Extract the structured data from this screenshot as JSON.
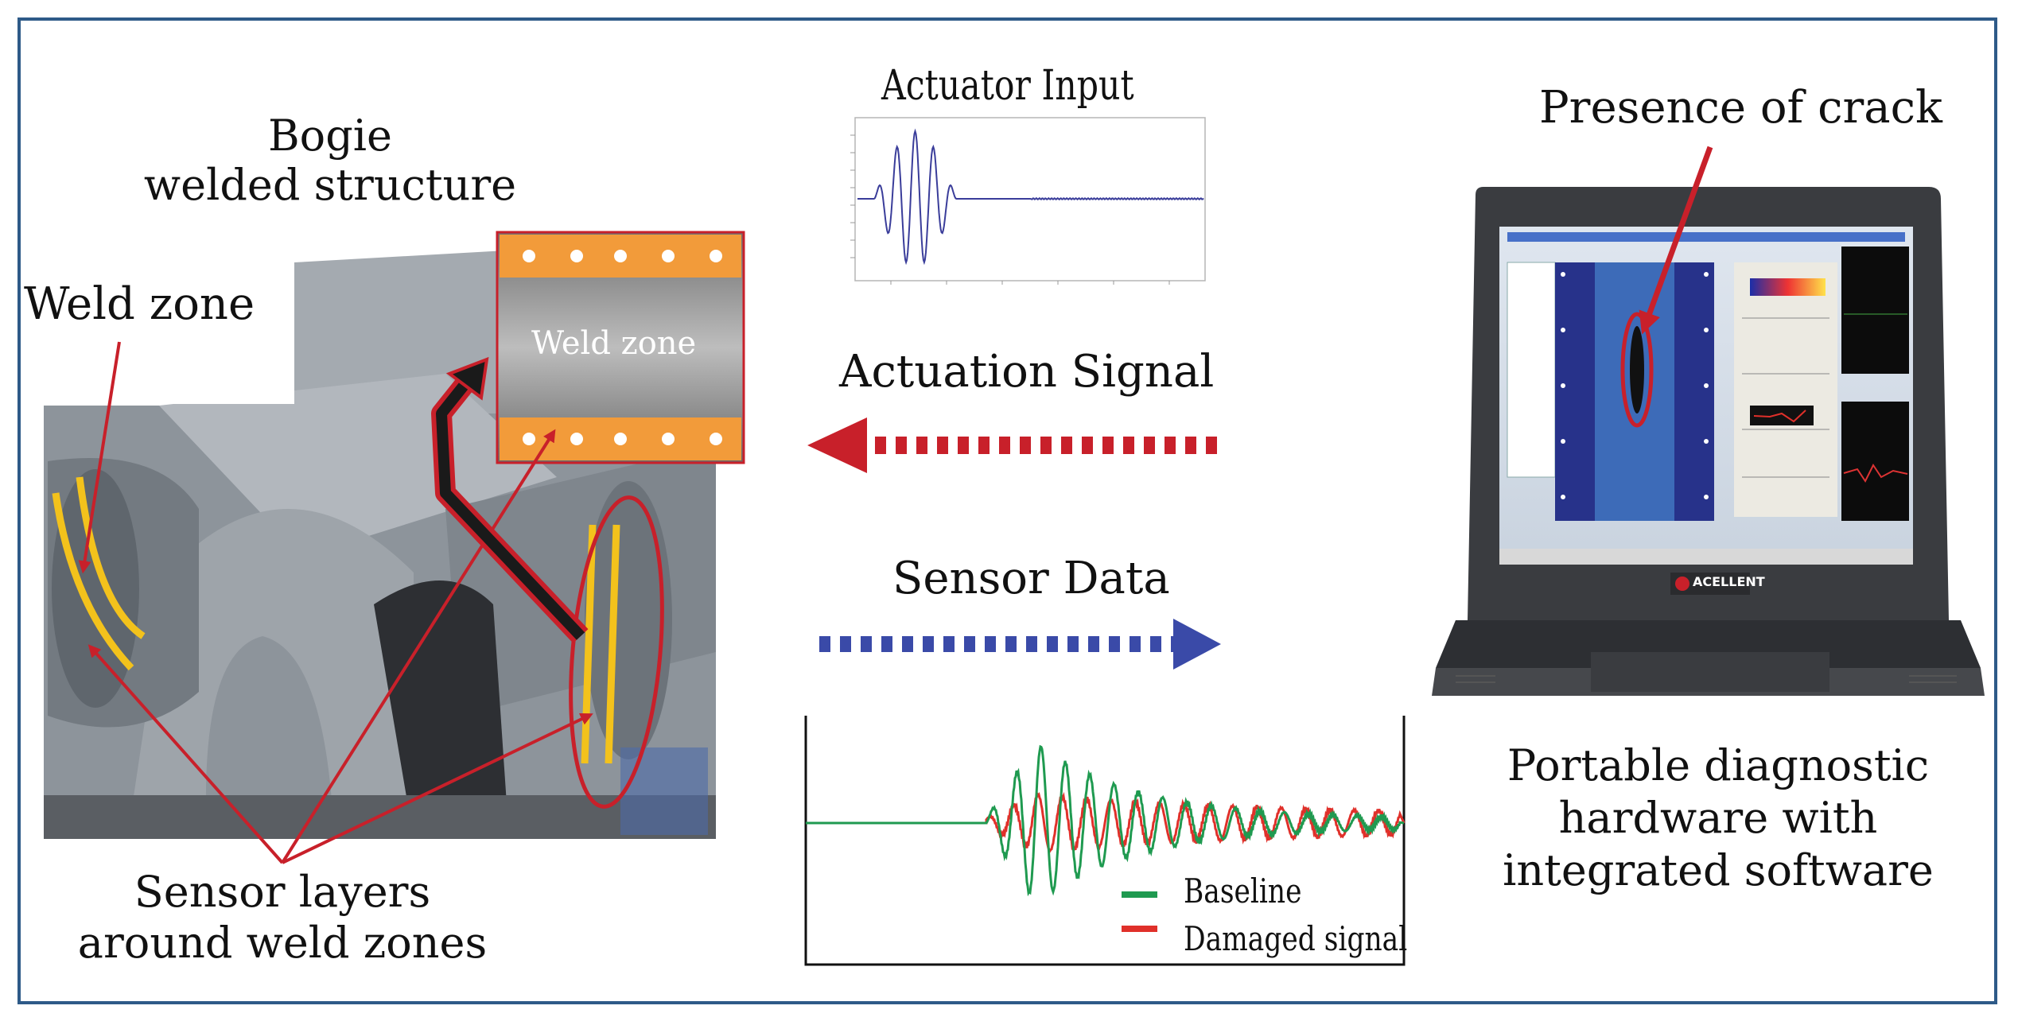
{
  "labels": {
    "bogie_title_line1": "Bogie",
    "bogie_title_line2": "welded  structure",
    "weld_zone_left": "Weld zone",
    "weld_zone_inset": "Weld zone",
    "sensor_layers_line1": "Sensor layers",
    "sensor_layers_line2": "around weld zones",
    "actuator_input": "Actuator Input",
    "actuation_signal": "Actuation Signal",
    "sensor_data": "Sensor Data",
    "presence_of_crack": "Presence of crack",
    "portable_line1": "Portable diagnostic",
    "portable_line2": "hardware with",
    "portable_line3": "integrated software",
    "laptop_brand": "ACELLENT"
  },
  "legend": {
    "baseline": "Baseline",
    "damaged": "Damaged signal"
  },
  "colors": {
    "frame": "#2e5a88",
    "red_arrow": "#c8202a",
    "blue_arrow": "#3a4aa8",
    "baseline": "#1f9a50",
    "damaged": "#e0302a",
    "sensor_yellow": "#f3c21c",
    "weld_orange": "#f29b3a",
    "actuator_wave": "#3a3d9a"
  },
  "icons": {
    "left_arrow": "dashed-left-arrow-icon",
    "right_arrow": "dashed-right-arrow-icon",
    "laptop": "laptop-icon"
  }
}
